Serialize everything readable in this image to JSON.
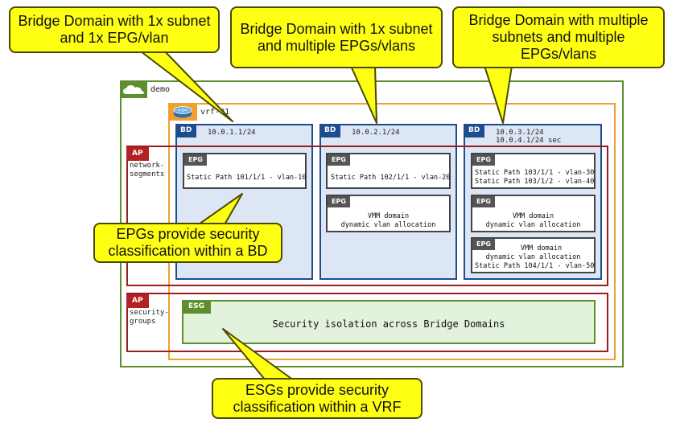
{
  "tenant": {
    "tag_icon": "cloud-icon",
    "name": "demo"
  },
  "vrf": {
    "tag_icon": "router-icon",
    "name": "vrf-01"
  },
  "bridge_domains": [
    {
      "tag": "BD",
      "subnets": "10.0.1.1/24"
    },
    {
      "tag": "BD",
      "subnets": "10.0.2.1/24"
    },
    {
      "tag": "BD",
      "subnets": "10.0.3.1/24\n10.0.4.1/24 sec"
    }
  ],
  "application_profiles": [
    {
      "tag": "AP",
      "name_line1": "network-",
      "name_line2": "segments"
    },
    {
      "tag": "AP",
      "name_line1": "security-",
      "name_line2": "groups"
    }
  ],
  "epgs": [
    {
      "tag": "EPG",
      "line1": "Static Path 101/1/1 - vlan-10"
    },
    {
      "tag": "EPG",
      "line1": "Static Path 102/1/1 - vlan-20"
    },
    {
      "tag": "EPG",
      "line1": "VMM domain",
      "line2": "dynamic vlan allocation"
    },
    {
      "tag": "EPG",
      "line1": "Static Path 103/1/1 - vlan-30",
      "line2": "Static Path 103/1/2 - vlan-40"
    },
    {
      "tag": "EPG",
      "line1": "VMM domain",
      "line2": "dynamic vlan allocation"
    },
    {
      "tag": "EPG",
      "line1": "VMM domain",
      "line2": "dynamic vlan allocation",
      "line3": "Static Path 104/1/1 - vlan-50"
    }
  ],
  "esg": {
    "tag": "ESG",
    "text": "Security isolation across Bridge Domains"
  },
  "callouts": {
    "bd_single": "Bridge Domain with 1x subnet and 1x EPG/vlan",
    "bd_single_multi_epg": "Bridge Domain with 1x subnet and multiple EPGs/vlans",
    "bd_multi": "Bridge Domain with multiple subnets and multiple EPGs/vlans",
    "epg_security": "EPGs provide security classification within a BD",
    "esg_security": "ESGs provide security classification within a VRF"
  },
  "colors": {
    "tenant": "#5e8f2e",
    "vrf": "#f0a030",
    "bd": "#1d4d8e",
    "ap": "#b22222",
    "esg": "#5e8f2e",
    "callout": "#ffff14"
  }
}
